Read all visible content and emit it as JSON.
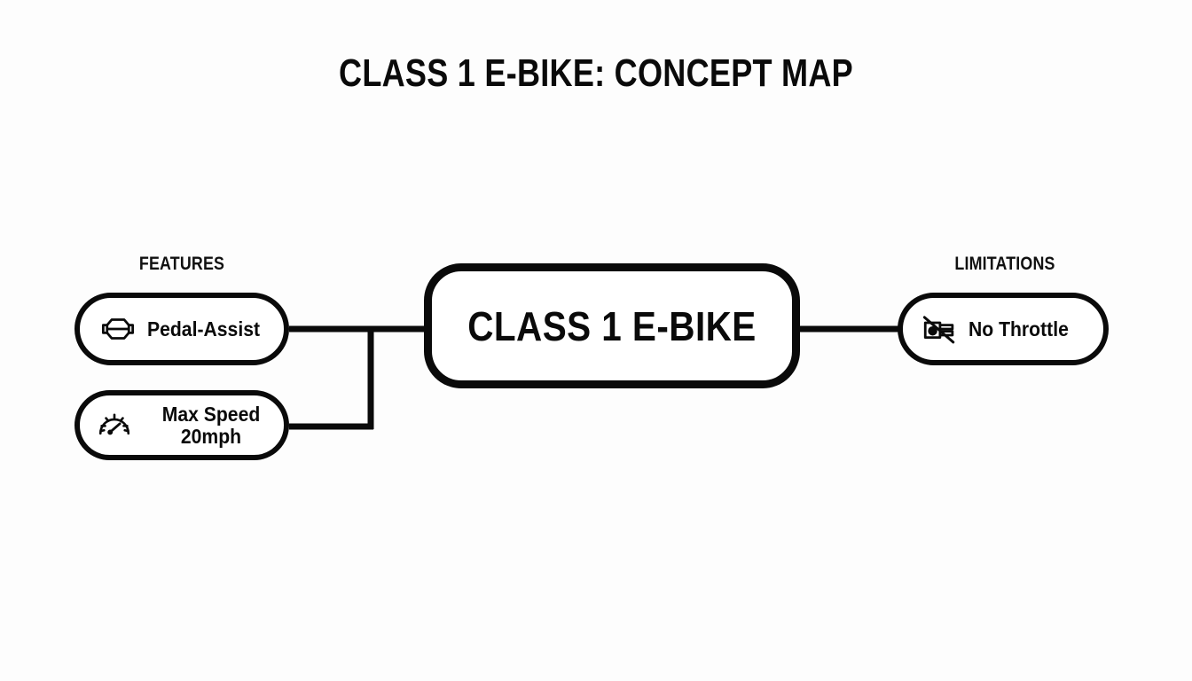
{
  "page": {
    "title": "CLASS 1 E-BIKE: CONCEPT MAP",
    "background_color": "#fdfdfd",
    "ink_color": "#0a0a0a"
  },
  "diagram": {
    "type": "concept-map",
    "center": {
      "label": "CLASS 1 E-BIKE"
    },
    "categories": [
      {
        "name": "features",
        "label": "FEATURES",
        "side": "left"
      },
      {
        "name": "limitations",
        "label": "LIMITATIONS",
        "side": "right"
      }
    ],
    "nodes": [
      {
        "id": "pedal-assist",
        "label": "Pedal-Assist",
        "icon": "pedal-icon",
        "category": "features"
      },
      {
        "id": "max-speed",
        "label": "Max Speed\n20mph",
        "icon": "speedometer-icon",
        "category": "features"
      },
      {
        "id": "no-throttle",
        "label": "No Throttle",
        "icon": "no-throttle-icon",
        "category": "limitations"
      }
    ]
  }
}
